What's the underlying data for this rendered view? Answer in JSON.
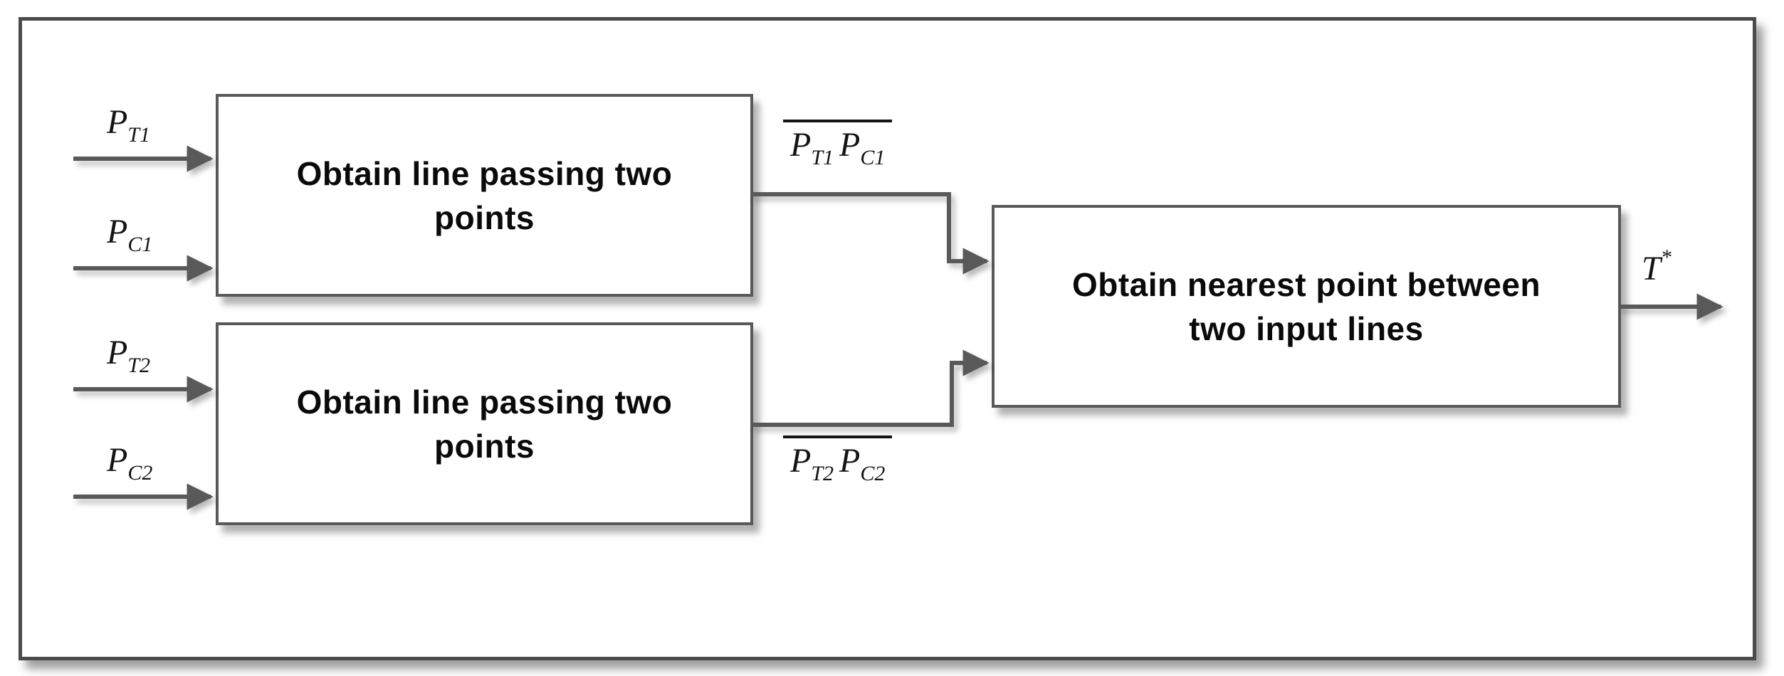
{
  "diagram": {
    "blocks": {
      "top_left": {
        "line1": "Obtain line passing two",
        "line2": "points"
      },
      "bottom_left": {
        "line1": "Obtain line passing two",
        "line2": "points"
      },
      "right": {
        "line1": "Obtain nearest point between",
        "line2": "two input lines"
      }
    },
    "inputs": {
      "pt1": {
        "base": "P",
        "sub": "T1"
      },
      "pc1": {
        "base": "P",
        "sub": "C1"
      },
      "pt2": {
        "base": "P",
        "sub": "T2"
      },
      "pc2": {
        "base": "P",
        "sub": "C2"
      }
    },
    "wire_labels": {
      "wire1": {
        "p1": {
          "base": "P",
          "sub": "T1"
        },
        "p2": {
          "base": "P",
          "sub": "C1"
        }
      },
      "wire2": {
        "p1": {
          "base": "P",
          "sub": "T2"
        },
        "p2": {
          "base": "P",
          "sub": "C2"
        }
      }
    },
    "output": {
      "base": "T",
      "sup": "*"
    },
    "colors": {
      "line": "#595959",
      "frame_border": "#4b4b4b",
      "text": "#0a0a0a",
      "background": "#ffffff"
    }
  }
}
